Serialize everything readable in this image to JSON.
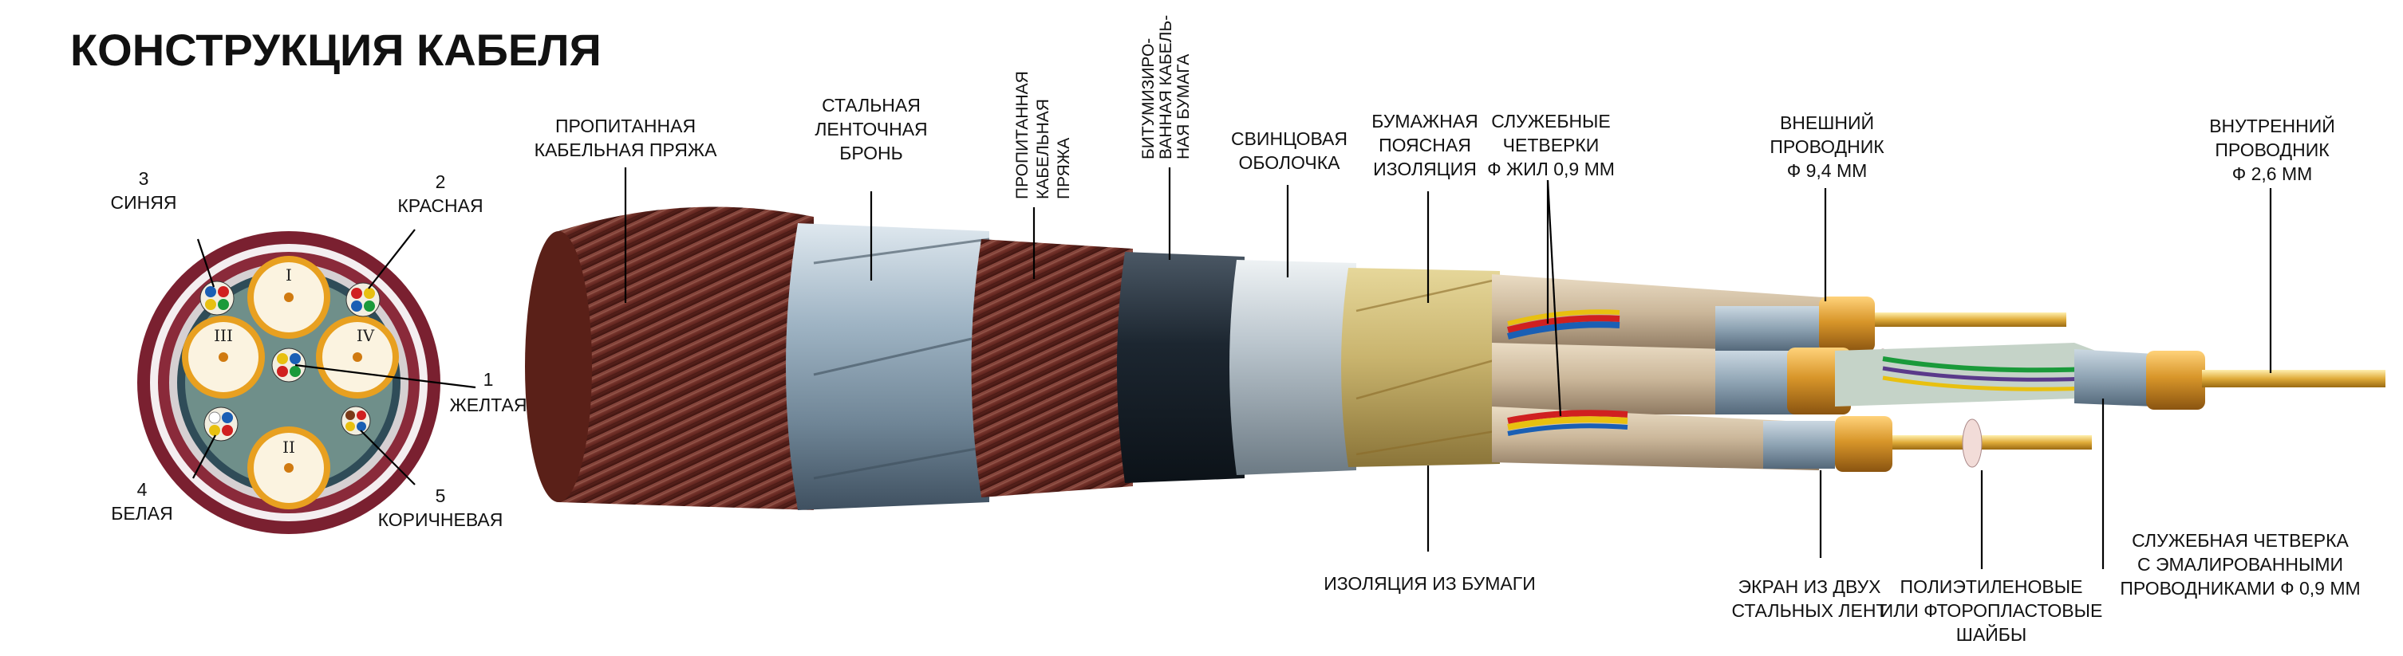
{
  "title": "КОНСТРУКЦИЯ КАБЕЛЯ",
  "cross_section": {
    "quads": [
      {
        "number": "1",
        "color_name": "ЖЕЛТАЯ"
      },
      {
        "number": "2",
        "color_name": "КРАСНАЯ"
      },
      {
        "number": "3",
        "color_name": "СИНЯЯ"
      },
      {
        "number": "4",
        "color_name": "БЕЛАЯ"
      },
      {
        "number": "5",
        "color_name": "КОРИЧНЕВАЯ"
      }
    ],
    "tube_numerals": [
      "I",
      "II",
      "III",
      "IV"
    ]
  },
  "labels": {
    "yarn": [
      "ПРОПИТАННАЯ",
      "КАБЕЛЬНАЯ ПРЯЖА"
    ],
    "armor": [
      "СТАЛЬНАЯ",
      "ЛЕНТОЧНАЯ",
      "БРОНЬ"
    ],
    "yarn2": [
      "ПРОПИТАННАЯ",
      "КАБЕЛЬНАЯ",
      "ПРЯЖА"
    ],
    "bitumen": [
      "БИТУМИЗИРО-",
      "ВАННАЯ КАБЕЛЬ-",
      "НАЯ БУМАГА"
    ],
    "lead": [
      "СВИНЦОВАЯ",
      "ОБОЛОЧКА"
    ],
    "belt": [
      "БУМАЖНАЯ",
      "ПОЯСНАЯ",
      "ИЗОЛЯЦИЯ"
    ],
    "service_quads": [
      "СЛУЖЕБНЫЕ",
      "ЧЕТВЕРКИ",
      "Ф ЖИЛ 0,9 ММ"
    ],
    "outer_cond": [
      "ВНЕШНИЙ",
      "ПРОВОДНИК",
      "Ф 9,4 ММ"
    ],
    "inner_cond": [
      "ВНУТРЕННИЙ",
      "ПРОВОДНИК",
      "Ф 2,6 ММ"
    ],
    "paper_insul": [
      "ИЗОЛЯЦИЯ ИЗ БУМАГИ"
    ],
    "screen": [
      "ЭКРАН ИЗ ДВУХ",
      "СТАЛЬНЫХ ЛЕНТ"
    ],
    "washers": [
      "ПОЛИЭТИЛЕНОВЫЕ",
      "ИЛИ ФТОРОПЛАСТОВЫЕ",
      "ШАЙБЫ"
    ],
    "enamel_quad": [
      "СЛУЖЕБНАЯ ЧЕТВЕРКА",
      "С ЭМАЛИРОВАННЫМИ",
      "ПРОВОДНИКАМИ Ф 0,9 ММ"
    ]
  },
  "colors": {
    "yarn": "#6b2b24",
    "armor": "#9fb4c4",
    "bitumen": "#1c2630",
    "lead_sheath": "#b9c4cc",
    "belt_paper": "#c9b46e",
    "copper": "#d8962a",
    "ring_sheath": "#8a2a3a"
  }
}
